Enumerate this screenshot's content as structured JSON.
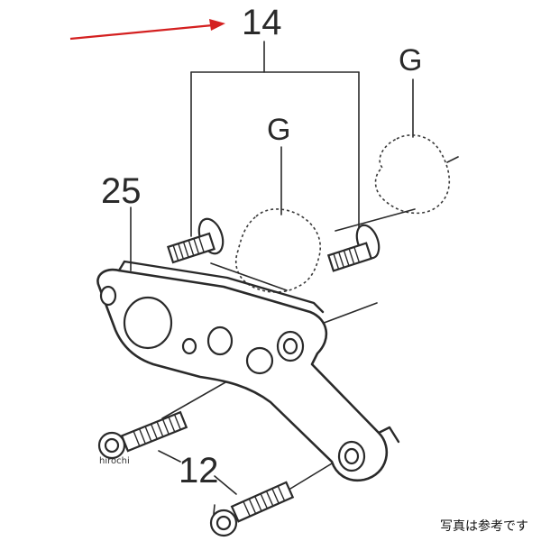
{
  "callouts": {
    "part_14": "14",
    "part_25": "25",
    "part_12": "12",
    "part_g_inner": "G",
    "part_g_outer": "G"
  },
  "watermark": "hirochi",
  "caption": "写真は参考です",
  "colors": {
    "arrow": "#d42020",
    "ink": "#2a2a2a"
  }
}
